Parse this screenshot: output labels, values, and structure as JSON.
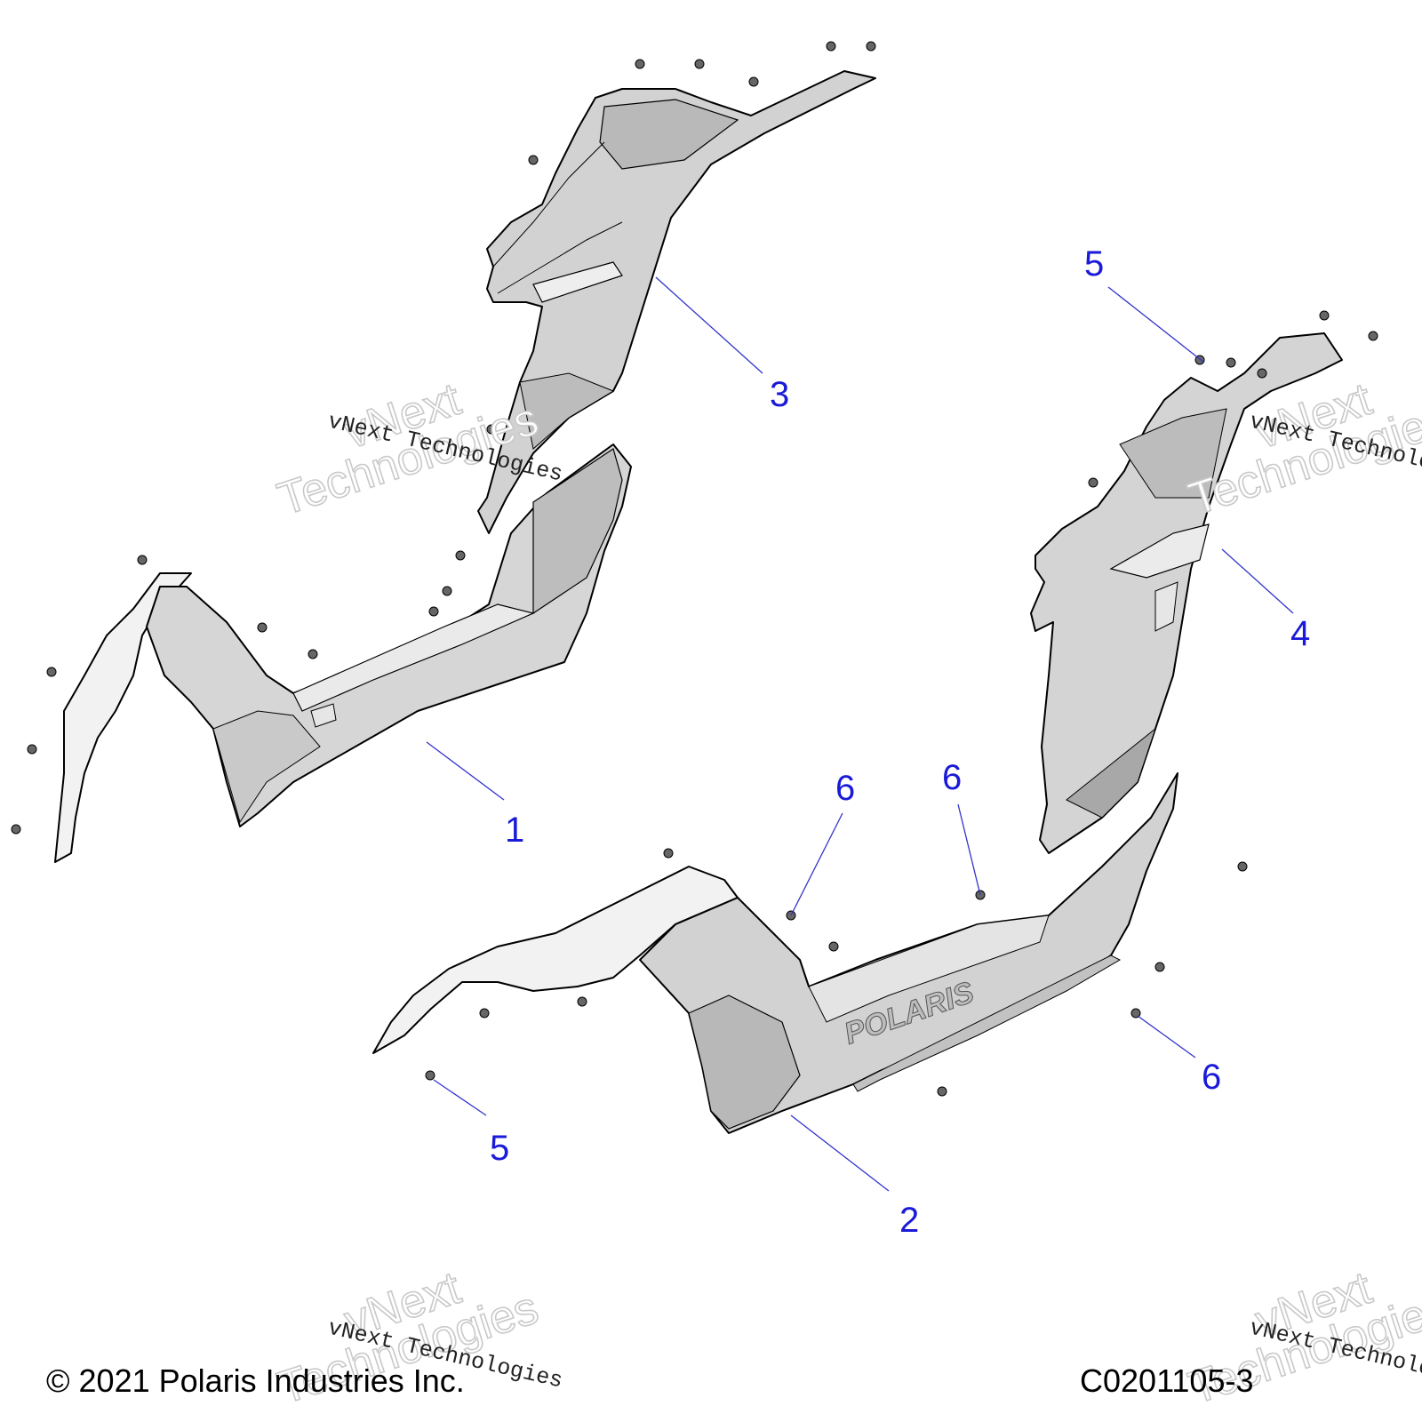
{
  "callouts": {
    "c1": "1",
    "c2": "2",
    "c3": "3",
    "c4": "4",
    "c5a": "5",
    "c5b": "5",
    "c6a": "6",
    "c6b": "6",
    "c6c": "6"
  },
  "watermark": {
    "line1": "vNext",
    "line2": "Technologies",
    "small": "vNext Technologies"
  },
  "footer": {
    "copyright": "© 2021 Polaris Industries Inc.",
    "figure_code": "C0201105-3"
  },
  "logo_text": "POLARIS",
  "colors": {
    "callout": "#1a1ad8",
    "leader_line": "#3333cc",
    "part_fill": "#d2d2d2"
  }
}
